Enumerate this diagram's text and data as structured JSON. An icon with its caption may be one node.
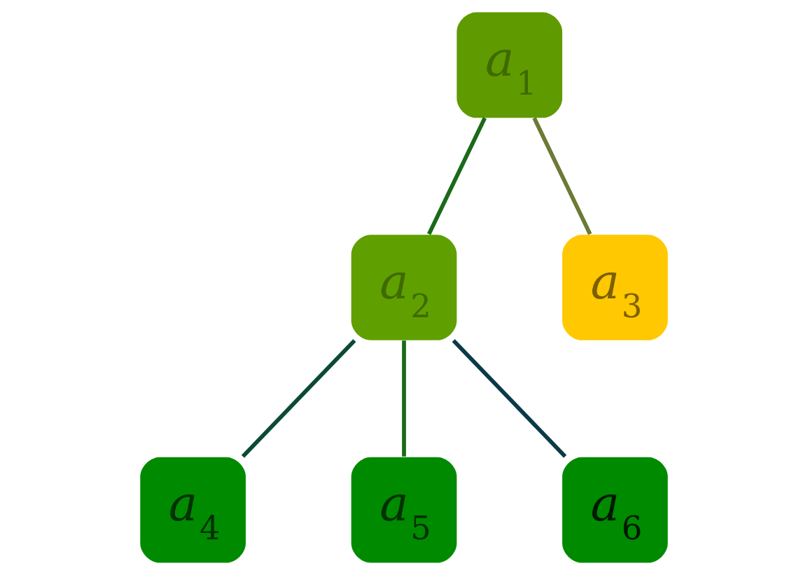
{
  "diagram": {
    "nodes": [
      {
        "text": [
          "a$_{1}$"
        ]
      },
      {
        "text": [
          "a$_{2}$"
        ]
      },
      {
        "text": [
          "a$_{3}$"
        ]
      },
      {
        "text": [
          "a$_{4}$"
        ]
      },
      {
        "text": [
          "a$_{5}$"
        ]
      },
      {
        "text": [
          "a$_{6}$"
        ]
      }
    ],
    "edges": [
      {
        "from": 0,
        "to": 1,
        "arrow": "none"
      },
      {
        "from": 0,
        "to": 2,
        "arrow": "none",
        "color": "#6b7a35"
      },
      {
        "from": 1,
        "to": 3,
        "arrow": "none",
        "color": "#0b4a35"
      },
      {
        "from": 1,
        "to": 4,
        "arrow": "none"
      },
      {
        "from": 1,
        "to": 5,
        "arrow": "none",
        "color": "#0b3a48"
      }
    ]
  }
}
